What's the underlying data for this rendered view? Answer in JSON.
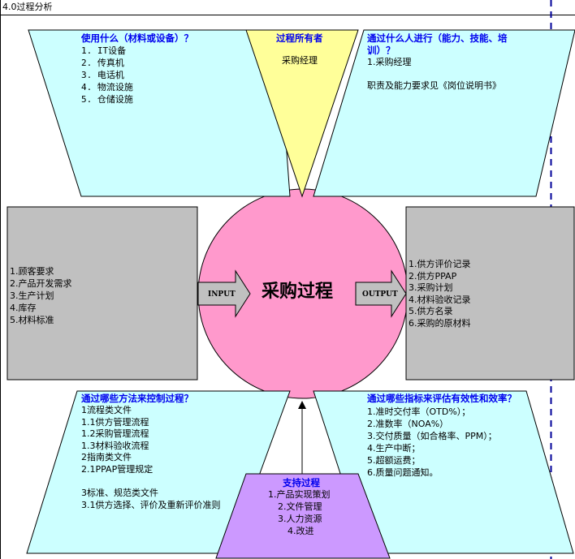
{
  "header": {
    "title": "4.0过程分析"
  },
  "center": {
    "title": "采购过程"
  },
  "arrows": {
    "input": "INPUT",
    "output": "OUTPUT"
  },
  "top_left": {
    "title": "使用什么（材料或设备）？",
    "items": [
      "1. IT设备",
      "2. 传真机",
      "3. 电话机",
      "4. 物流设施",
      "5. 仓储设施"
    ]
  },
  "top_center": {
    "title": "过程所有者",
    "value": "采购经理"
  },
  "top_right": {
    "title_line1": "通过什么人进行（能力、技能、培",
    "title_line2": "训）？",
    "items": [
      "1.采购经理"
    ],
    "note": "职责及能力要求见《岗位说明书》"
  },
  "input_box": {
    "items": [
      "1.顾客要求",
      "2.产品开发需求",
      "3.生产计划",
      "4.库存",
      "5.材料标准"
    ]
  },
  "output_box": {
    "items": [
      "1.供方评价记录",
      "2.供方PPAP",
      "3.采购计划",
      "4.材料验收记录",
      "5.供方名录",
      "6.采购的原材料"
    ]
  },
  "bottom_left": {
    "title": "通过哪些方法来控制过程？",
    "items": [
      "1流程类文件",
      "1.1供方管理流程",
      "1.2采购管理流程",
      "1.3材料验收流程",
      "2指南类文件",
      "2.1PPAP管理规定",
      "",
      "3标准、规范类文件",
      "3.1供方选择、评价及重新评价准则"
    ]
  },
  "bottom_right": {
    "title": "通过哪些指标来评估有效性和效率？",
    "items": [
      "1.准时交付率（OTD%）；",
      "2.准数率（NOA%）",
      "3.交付质量（如合格率、PPM）；",
      "4.生产中断；",
      "5.超额运费；",
      "6.质量问题通知。"
    ]
  },
  "support": {
    "title": "支持过程",
    "items": [
      "1.产品实现策划",
      "2.文件管理",
      "3.人力资源",
      "4.改进"
    ]
  },
  "colors": {
    "cyan": "#ccffff",
    "yellow": "#ffff99",
    "pink": "#ff99cc",
    "gray": "#c0c0c0",
    "purple": "#cc99ff",
    "blue_text": "#0000ee",
    "dashed_line": "#000099"
  }
}
